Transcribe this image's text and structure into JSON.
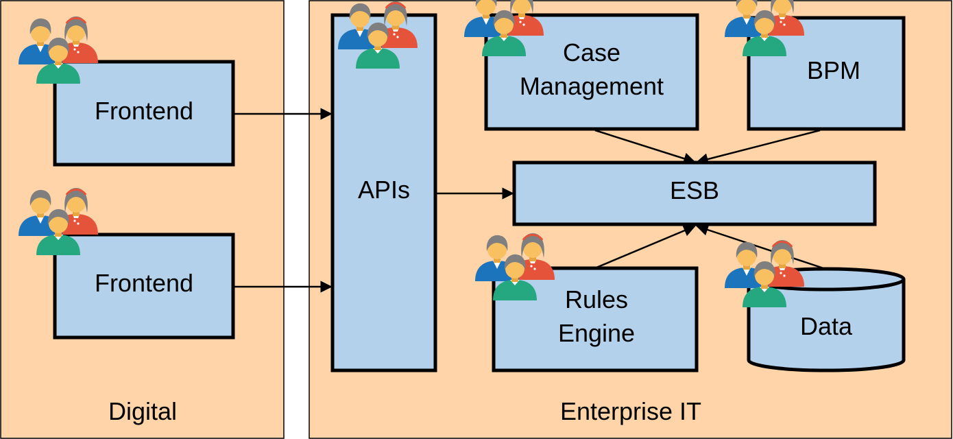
{
  "zones": {
    "digital": {
      "label": "Digital"
    },
    "enterprise": {
      "label": "Enterprise IT"
    }
  },
  "boxes": {
    "frontend_top": {
      "label": "Frontend"
    },
    "frontend_bottom": {
      "label": "Frontend"
    },
    "apis": {
      "label": "APIs"
    },
    "case_management": {
      "line1": "Case",
      "line2": "Management"
    },
    "bpm": {
      "label": "BPM"
    },
    "esb": {
      "label": "ESB"
    },
    "rules_engine": {
      "line1": "Rules",
      "line2": "Engine"
    },
    "data": {
      "label": "Data"
    }
  },
  "colors": {
    "zone_fill": "#FFD4A8",
    "box_fill": "#B3D1EA",
    "stroke": "#000000",
    "person_blue": "#1C74BC",
    "person_red": "#E4533A",
    "person_green": "#25A880",
    "skin": "#F8C060",
    "hair": "#7F7F7F"
  },
  "icons": {
    "people_group": "people-group-icon"
  }
}
